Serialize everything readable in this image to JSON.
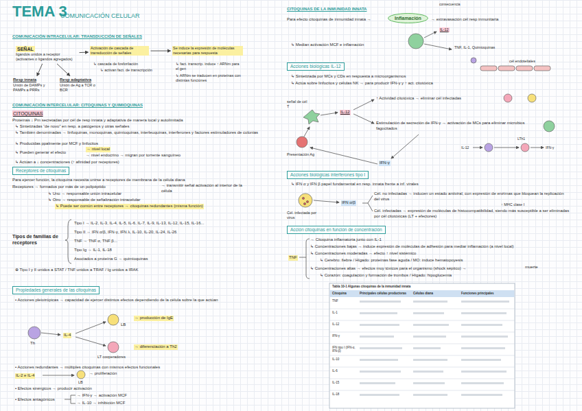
{
  "diagram": {
    "title": "TEMA 3",
    "nodes": [
      {
        "text": [
          "SEÑAL",
          "ligandos unidos a receptor (activantes o ligandos agregados)"
        ]
      },
      {
        "text": [
          "Activación de cascada de transducción de señales"
        ]
      },
      {
        "text": [
          "Se induce la expresión de moléculas necesarias para respuesta"
        ]
      },
      {
        "text": [
          "Resp innata",
          "Unión de DAMPs y PAMPs a PRRs"
        ]
      },
      {
        "text": [
          "Resp adaptativa",
          "Unión de Ag a TCR o BCR"
        ]
      },
      {
        "text": [
          "Receptores de citoquinas"
        ]
      },
      {
        "text": [
          "Propiedades generales de las citoquinas"
        ]
      },
      {
        "text": [
          "Inflamación"
        ]
      },
      {
        "text": [
          "Acciones biológicas IL-12"
        ]
      },
      {
        "text": [
          "Acciones biológicas interferones tipo I"
        ]
      },
      {
        "text": [
          "Acción citoquinas en función de concentración"
        ]
      }
    ],
    "edges": [
      {
        "from": 0,
        "to": 1,
        "arrow": "to"
      },
      {
        "from": 1,
        "to": 2,
        "arrow": "to"
      },
      {
        "from": 0,
        "to": 3,
        "arrow": "to"
      },
      {
        "from": 0,
        "to": 4,
        "arrow": "to"
      }
    ],
    "labels": [
      "COMUNICACIÓN CELULAR",
      "COMUNICACIÓN INTRACELULAR: TRANSDUCCIÓN DE SEÑALES",
      "↳ cascada de fosforilación",
      "↳ activan fact. de transcripción",
      "↳ fact. transcrip. induce ↑ ARNm para el gen",
      "↳ ARNm se traducen en proteínas con distintas funciones",
      "COMUNICACIÓN INTERCELULAR: CITOQUINAS Y QUIMIOQUINAS",
      "CITOQUINAS",
      "Proteínas ↓ Pm secretadas por cél de resp innata y adaptativa de manera local y autolimitada",
      "↳ Sintetizadas “de novo” en resp. a patógenos y otras señales",
      "↳ También denominadas → linfoquinas, monoquinas, quimioquinas, interleuquinas, interferones y factores estimuladores de colonias",
      "↳ Producidas ppalmente por MCF y linfocitos",
      "↳ Pueden generar el efecto",
      "→ nivel local",
      "→ nivel endocrino → migran por torrente sanguíneo",
      "↳ Actúan a ↓ concentraciones (↑ afinidad por receptores)",
      "Para ejercer función, la citoquina necesita unirse a receptores de membrana de la célula diana",
      "Receptores → formados por más de un polipéptido",
      "→ transmitir señal activación al interior de la célula",
      "↳ Uno → responsable unión intracelular",
      "↳ Otro → responsable de señalización intracelular",
      "↳ Puede ser común entre receptores → citoquinas redundantes (misma función)",
      "Tipos de familias de receptores",
      "Tipo I → IL-2, IL-3, IL-4, IL-5, IL-6, IL-7, IL-9, IL-13, IL-12, IL-15, IL-16...",
      "Tipo II → IFN α/β, IFN-γ, IFN λ, IL-10, IL-20, IL-24, IL-26",
      "TNF → TNF α, TNF β...",
      "Tipo Ig → IL-1, IL-18",
      "Asociados a proteína G → quimioquinas",
      "⊕ Tipo I y II unidos a STAT / TNF unidos a TRAF / Ig unidos a IRAK",
      "• Acciones pleiotrópicas → capacidad de ejercer distintos efectos dependiendo de la célula sobre la que actúan",
      "Th",
      "IL-4",
      "LB",
      "→ producción de IgE",
      "LT cooperadores",
      "→ diferenciación a Th2",
      "• Acciones redundantes → múltiples citoquinas con mismos efectos funcionales",
      "IL-2 e IL-4",
      "→ proliferación",
      "LB",
      "• Efectos sinérgicos → producir activación",
      "• Efectos antagónicos",
      "→ IFN-γ → activación MCF",
      "→ IL-10 → inhibición MCF",
      "CITOQUINAS DE LA INMUNIDAD INNATA",
      "consecuencia",
      "Para efecto citoquinas de inmunidad innata →",
      "→ extravasación cél resp inmunitaria",
      "↳ Median activación MCF e inflamación",
      "IL-12",
      "TNF, IL-1, Quimioquinas",
      "cél endoteliales",
      "↳ Sintetizada por MCs y CDs en respuesta a microorganismos",
      "↳ Actúa sobre linfocitos y células NK → para producir IFN-γ y ↑ act. citotóxica",
      "señal de cél T",
      "IL-12",
      "↑ Actividad citotóxica → eliminar cél infectadas",
      "Estimulación de secreción de IFN-γ → activación de MCs para eliminar microbios fagocitados",
      "Presentación Ag",
      "IFN-γ",
      "IL-12",
      "LTh1",
      "IFN-γ",
      "↳ IFN α y IFN β papel fundamental en resp. innata frente a inf. virales",
      "Cél. infectada por virus",
      "IFN α/β",
      "Cél. no infectadas → inducen un estado antiviral, con expresión de enzimas que bloquean la replicación del virus",
      "↑ MHC clase I",
      "Cél. infectadas → expresión de moléculas de histocompatibilidad, siendo más susceptible a ser eliminadas por cél citotóxicas (LT + efectores)",
      "TNF",
      "→ Citoquina inflamatoria junto con IL-1",
      "↳ Concentraciones bajas → induce expresión de moléculas de adhesión para mediar inflamación (a nivel local)",
      "↳ Concentraciones moderadas → efecto ↑ nivel sistémico",
      "↳ Cerebro: fiebre / Hígado: proteínas fase aguda / MO: induce hematopoyesis",
      "↳ Concentraciones altas → efectos muy tóxicos para el organismo (shock séptico) →",
      "muerte",
      "↳ Corazón: coagulación y formación de trombos / Hígado: hipoglucemia",
      "Tabla 10-1 Algunas citoquinas de la inmunidad innata",
      "Citoquina",
      "Principales células productoras",
      "Células diana",
      "Funciones principales",
      "TNF",
      "IL-1",
      "IL-12",
      "IFN-γ",
      "IFN tipo I (IFN-α, IFN-β)",
      "IL-10",
      "IL-6",
      "IL-15",
      "IL-18"
    ]
  }
}
